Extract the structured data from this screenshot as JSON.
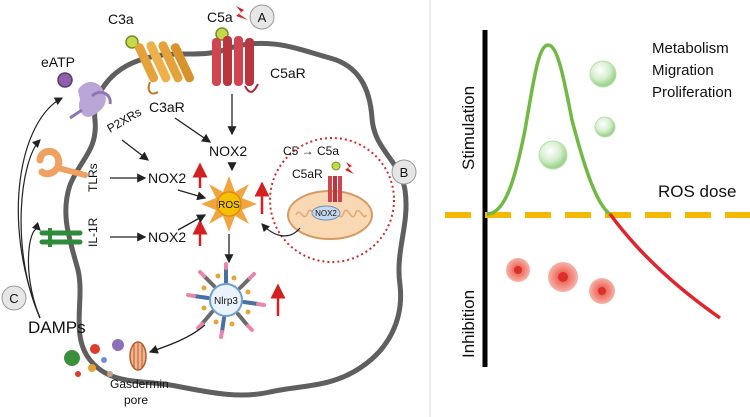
{
  "left_panel": {
    "receptors": {
      "c3a": "C3a",
      "c5a": "C5a",
      "c3ar": "C3aR",
      "c5ar": "C5aR",
      "eatp": "eATP",
      "p2xrs": "P2XRs",
      "tlrs": "TLRs",
      "il1r": "IL-1R"
    },
    "enzymes": {
      "nox2_top": "NOX2",
      "nox2_tlr": "NOX2",
      "nox2_il1r": "NOX2",
      "ros": "ROS",
      "nlrp3": "Nlrp3"
    },
    "mitochondria": {
      "reaction": "C5 → C5a",
      "c5ar": "C5aR",
      "nox2": "NOX2"
    },
    "markers": {
      "a": "A",
      "b": "B",
      "c": "C"
    },
    "damps": "DAMPs",
    "gasdermin_line1": "Gasdermin",
    "gasdermin_line2": "pore"
  },
  "right_panel": {
    "stimulation": "Stimulation",
    "inhibition": "Inhibition",
    "ros_dose": "ROS dose",
    "effects": [
      "Metabolism",
      "Migration",
      "Proliferation"
    ]
  },
  "colors": {
    "membrane": "#5f5f5f",
    "upregulation_arrow": "#d32020",
    "ros_core": "#f5c000",
    "ros_spikes": "#f0a640",
    "stimulation_curve": "#6fb944",
    "inhibition_curve": "#e0252c",
    "threshold_line": "#f5b800",
    "mito_circle": "#d42a2a",
    "c5ar": "#d0454f",
    "c3ar": "#e5a23a"
  }
}
